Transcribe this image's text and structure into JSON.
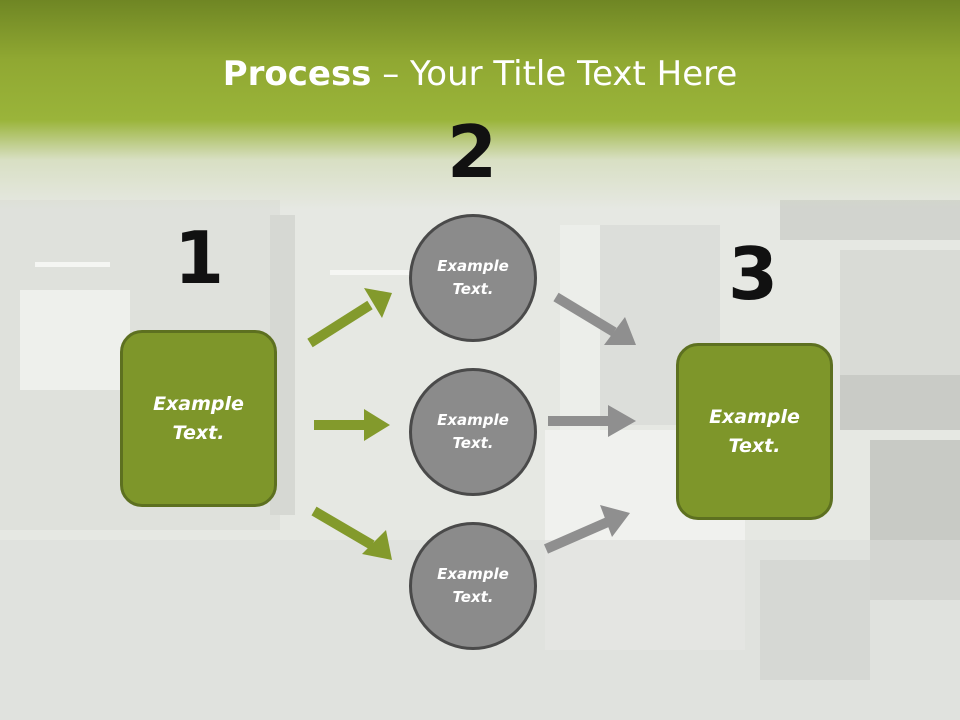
{
  "slide": {
    "title_bold": "Process",
    "title_rest": " – Your Title Text Here"
  },
  "colors": {
    "header_green": "#8fa631",
    "box_green": "#7e962a",
    "box_border": "#5d7020",
    "circle_gray": "#8b8b8b",
    "arrow_green": "#839a2c",
    "arrow_gray": "#8f8f8f"
  },
  "steps": [
    {
      "number": "1",
      "box_text": "Example\nText."
    },
    {
      "number": "2"
    },
    {
      "number": "3",
      "box_text": "Example\nText."
    }
  ],
  "circles": [
    {
      "text": "Example\nText."
    },
    {
      "text": "Example\nText."
    },
    {
      "text": "Example\nText."
    }
  ]
}
